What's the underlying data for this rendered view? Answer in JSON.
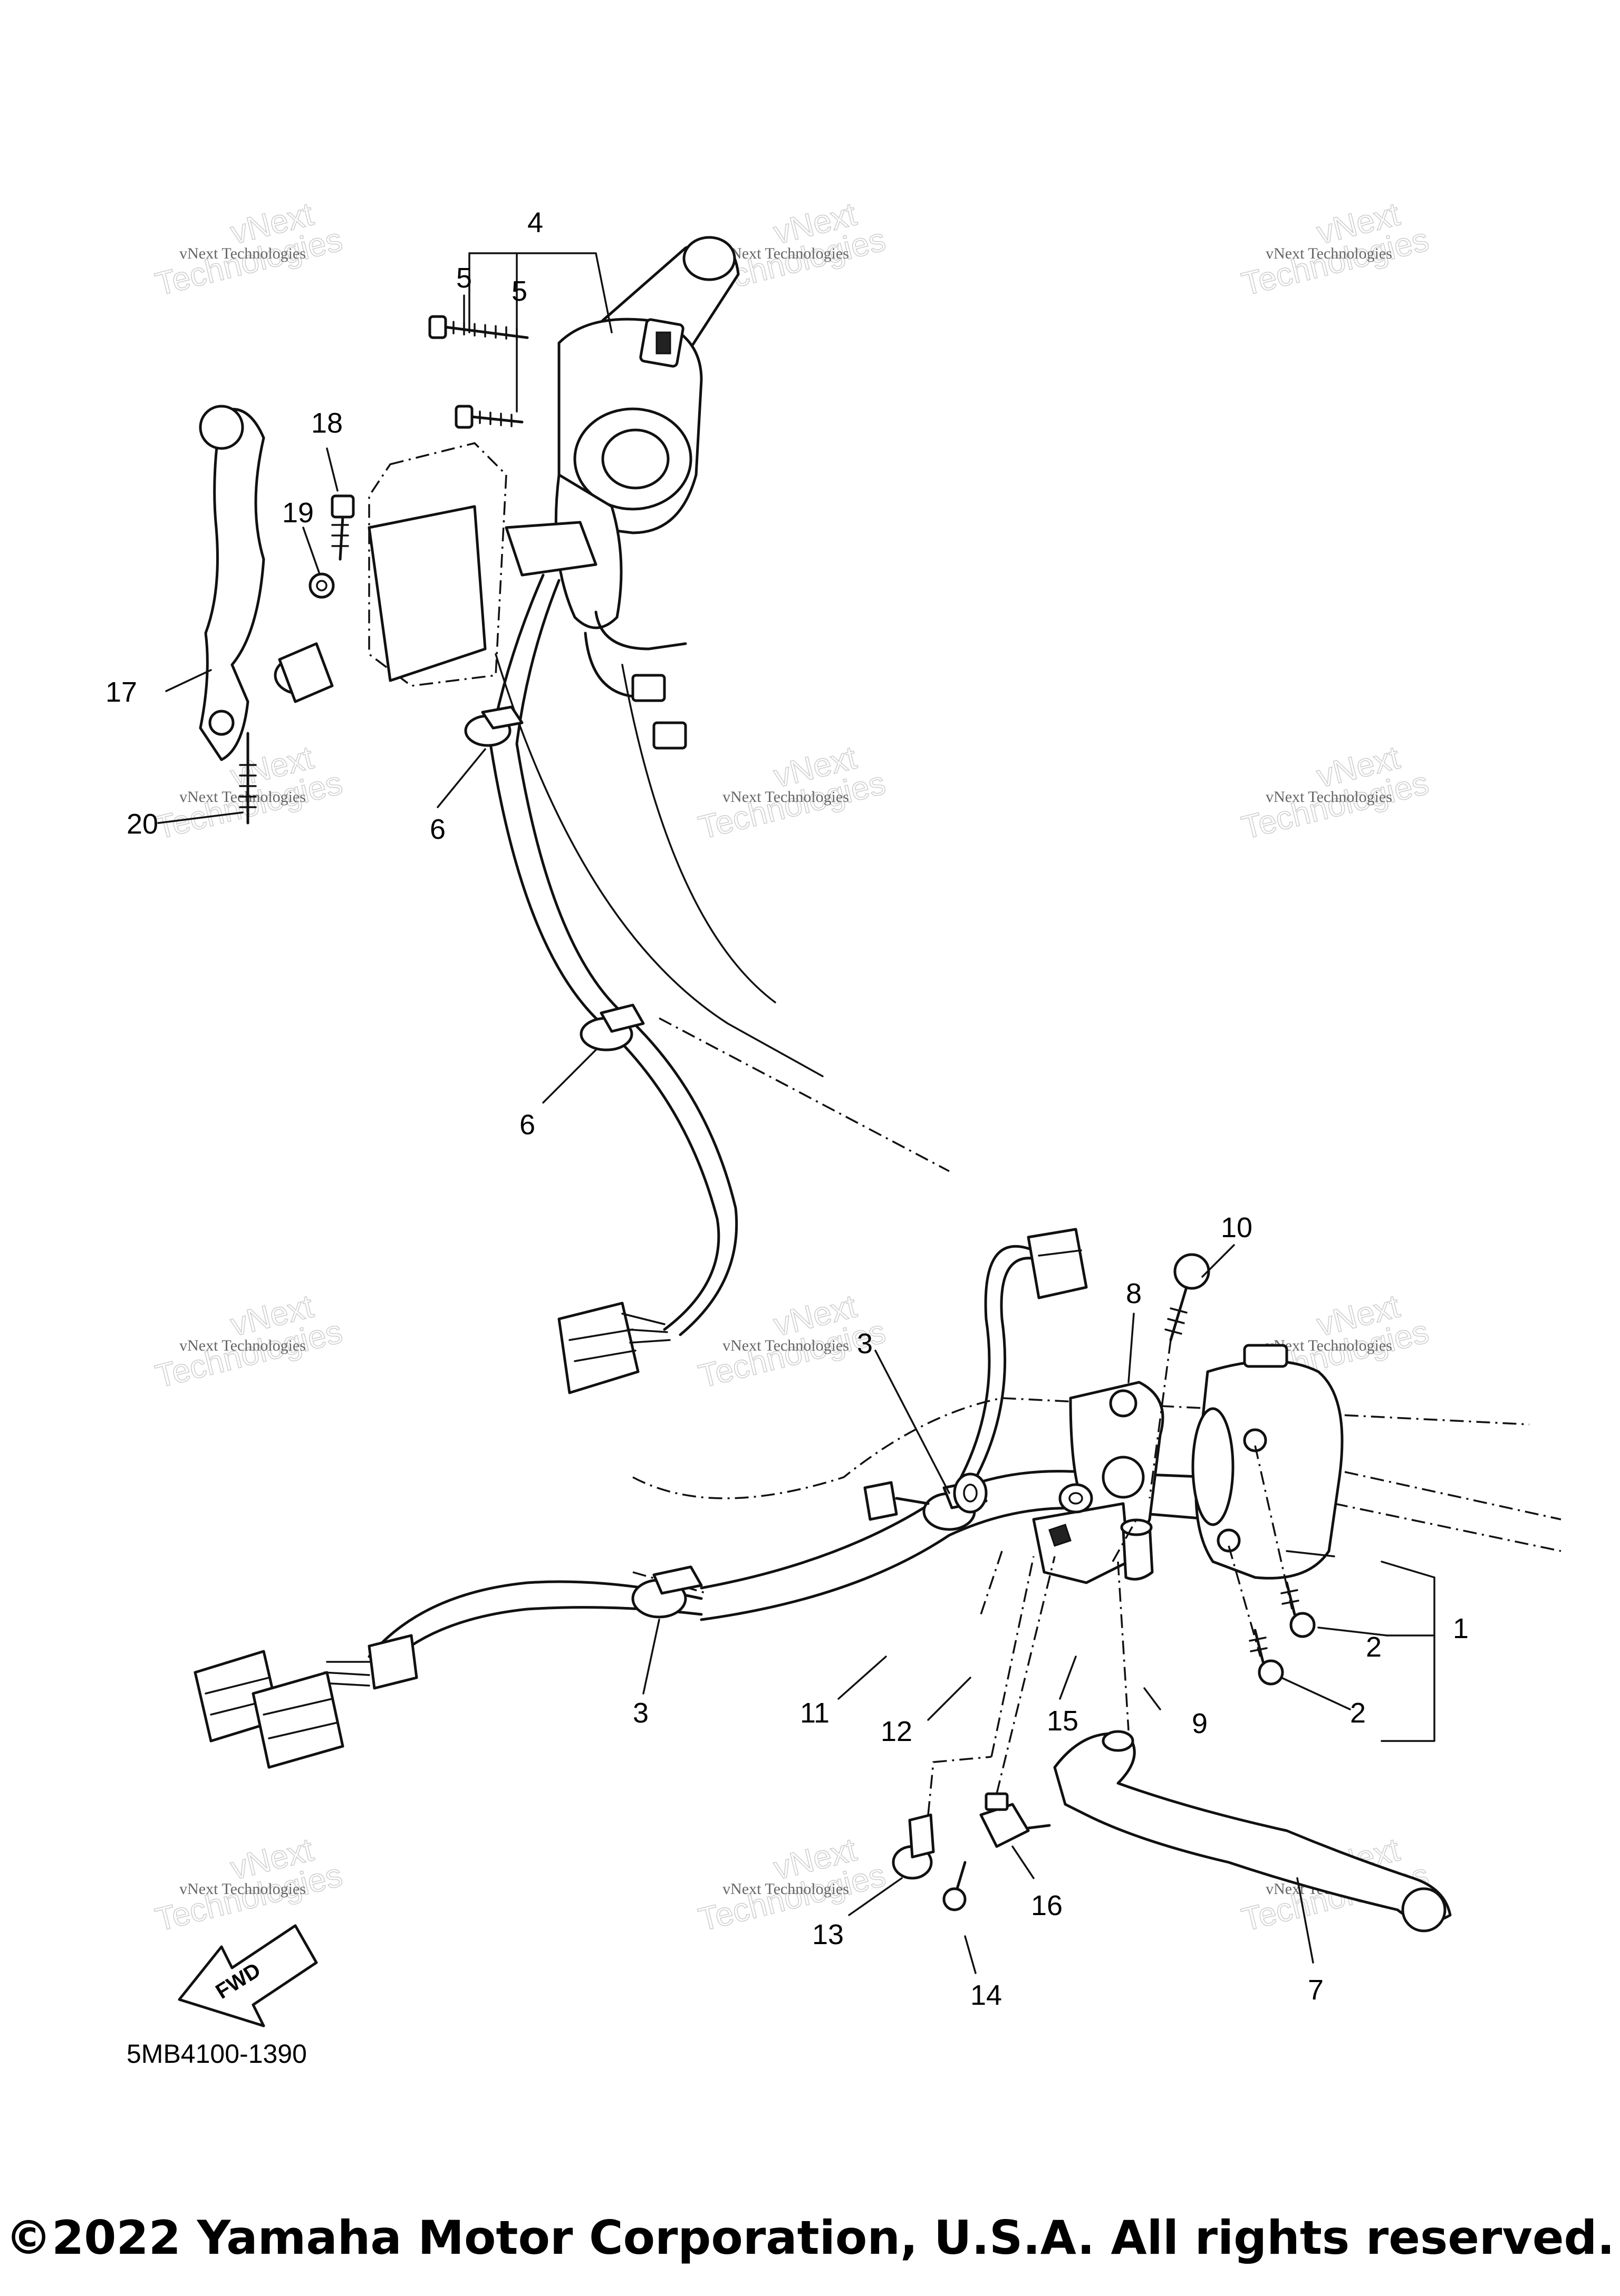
{
  "diagram": {
    "code": "5MB4100-1390",
    "direction_badge": "FWD",
    "callouts": [
      "1",
      "2",
      "2",
      "3",
      "3",
      "4",
      "5",
      "5",
      "6",
      "6",
      "7",
      "8",
      "9",
      "10",
      "11",
      "12",
      "13",
      "14",
      "15",
      "16",
      "17",
      "18",
      "19",
      "20"
    ]
  },
  "watermark": {
    "line1": "vNext Technologies",
    "line2": "Technologies",
    "line3": "vNext"
  },
  "footer": {
    "copyright": "©2022 Yamaha Motor Corporation, U.S.A. All rights reserved."
  }
}
